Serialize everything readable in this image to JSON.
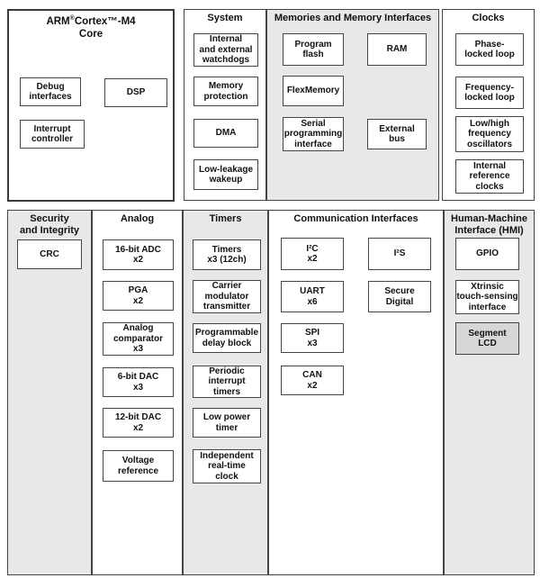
{
  "colors": {
    "section_gray": "#e8e8e8",
    "block_white": "#ffffff",
    "segment_lcd_gray": "#d7d7d7",
    "border_dark": "#454545",
    "text": "#111111"
  },
  "core": {
    "title_pre": "ARM",
    "title_sup": "®",
    "title_post": "Cortex™-M4",
    "title_line2": "Core",
    "blocks": [
      {
        "label": "Debug\ninterfaces"
      },
      {
        "label": "DSP"
      },
      {
        "label": "Interrupt\ncontroller"
      }
    ]
  },
  "system": {
    "title": "System",
    "blocks": [
      {
        "label": "Internal\nand external\nwatchdogs"
      },
      {
        "label": "Memory\nprotection"
      },
      {
        "label": "DMA"
      },
      {
        "label": "Low-leakage\nwakeup"
      }
    ]
  },
  "memories": {
    "title": "Memories and Memory Interfaces",
    "blocks": [
      {
        "label": "Program\nflash"
      },
      {
        "label": "RAM"
      },
      {
        "label": "FlexMemory"
      },
      {
        "label": "Serial\nprogramming\ninterface"
      },
      {
        "label": "External\nbus"
      }
    ]
  },
  "clocks": {
    "title": "Clocks",
    "blocks": [
      {
        "label": "Phase-\nlocked loop"
      },
      {
        "label": "Frequency-\nlocked loop"
      },
      {
        "label": "Low/high\nfrequency\noscillators"
      },
      {
        "label": "Internal\nreference\nclocks"
      }
    ]
  },
  "security": {
    "title": "Security\nand Integrity",
    "blocks": [
      {
        "label": "CRC"
      }
    ]
  },
  "analog": {
    "title": "Analog",
    "blocks": [
      {
        "label": "16-bit ADC\nx2"
      },
      {
        "label": "PGA\nx2"
      },
      {
        "label": "Analog\ncomparator\nx3"
      },
      {
        "label": "6-bit DAC\nx3"
      },
      {
        "label": "12-bit DAC\nx2"
      },
      {
        "label": "Voltage\nreference"
      }
    ]
  },
  "timers": {
    "title": "Timers",
    "blocks": [
      {
        "label": "Timers\nx3 (12ch)"
      },
      {
        "label": "Carrier\nmodulator\ntransmitter"
      },
      {
        "label": "Programmable\ndelay block"
      },
      {
        "label": "Periodic\ninterrupt\ntimers"
      },
      {
        "label": "Low power\ntimer"
      },
      {
        "label": "Independent\nreal-time\nclock"
      }
    ]
  },
  "comm": {
    "title": "Communication Interfaces",
    "blocks": [
      {
        "label": "I²C\nx2"
      },
      {
        "label": "I²S"
      },
      {
        "label": "UART\nx6"
      },
      {
        "label": "Secure\nDigital"
      },
      {
        "label": "SPI\nx3"
      },
      {
        "label": "CAN\nx2"
      }
    ]
  },
  "hmi": {
    "title": "Human-Machine\nInterface (HMI)",
    "blocks": [
      {
        "label": "GPIO"
      },
      {
        "label": "Xtrinsic\ntouch-sensing\ninterface"
      },
      {
        "label": "Segment\nLCD"
      }
    ]
  }
}
